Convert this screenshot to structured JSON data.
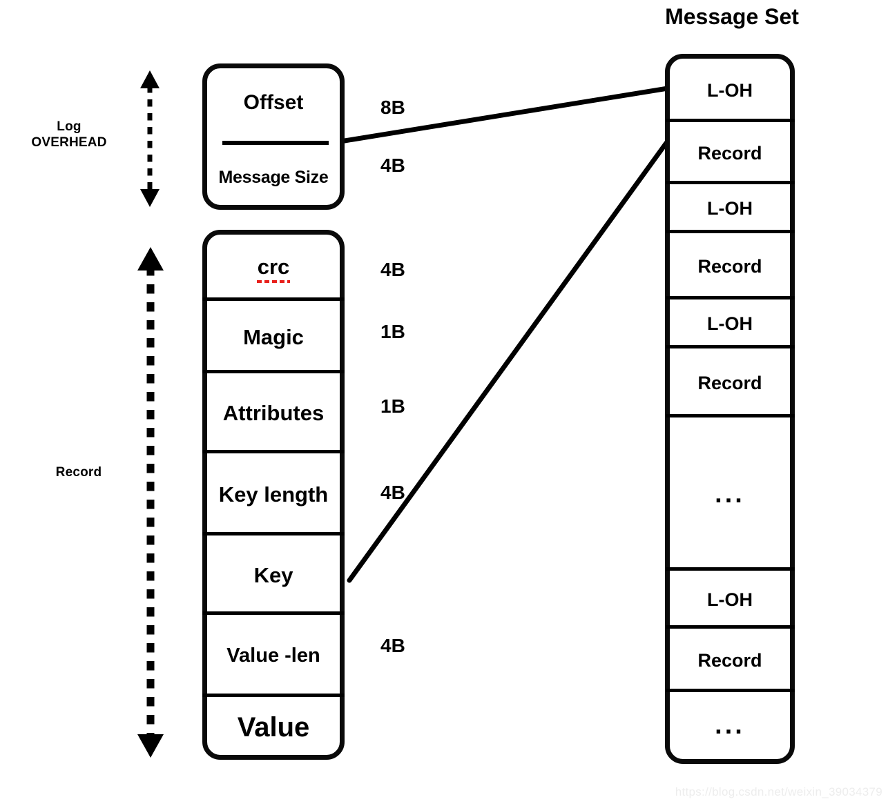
{
  "title": "Message Set",
  "watermark": "https://blog.csdn.net/weixin_39034379",
  "colors": {
    "ink": "#000000",
    "spellcheck_underline": "#e8201c",
    "background": "#ffffff",
    "watermark": "#ededed"
  },
  "left_labels": {
    "log_overhead": "Log\nOVERHEAD",
    "record": "Record"
  },
  "log_overhead_box": {
    "name": "Log overhead",
    "rows": [
      {
        "label": "Offset",
        "size": "8B"
      },
      {
        "label": "Message Size",
        "size": "4B"
      }
    ]
  },
  "record_box": {
    "name": "Record",
    "rows": [
      {
        "label": "crc",
        "size": "4B",
        "spellcheck": true
      },
      {
        "label": "Magic",
        "size": "1B"
      },
      {
        "label": "Attributes",
        "size": "1B"
      },
      {
        "label": "Key length",
        "size": "4B"
      },
      {
        "label": "Key",
        "size": ""
      },
      {
        "label": "Value -len",
        "size": "4B"
      },
      {
        "label": "Value",
        "size": ""
      }
    ]
  },
  "message_set": {
    "name": "Message Set",
    "cells": [
      "L-OH",
      "Record",
      "L-OH",
      "Record",
      "L-OH",
      "Record",
      "...",
      "L-OH",
      "Record",
      "..."
    ]
  },
  "byte_labels": [
    "8B",
    "4B",
    "4B",
    "1B",
    "1B",
    "4B",
    "4B"
  ],
  "connectors": [
    {
      "name": "offset-to-log-overhead-cell",
      "from": "offset-box right edge",
      "to": "message-set L-OH cell"
    },
    {
      "name": "record-to-record-cell",
      "from": "record-box Key row right edge",
      "to": "message-set Record cell"
    }
  ]
}
